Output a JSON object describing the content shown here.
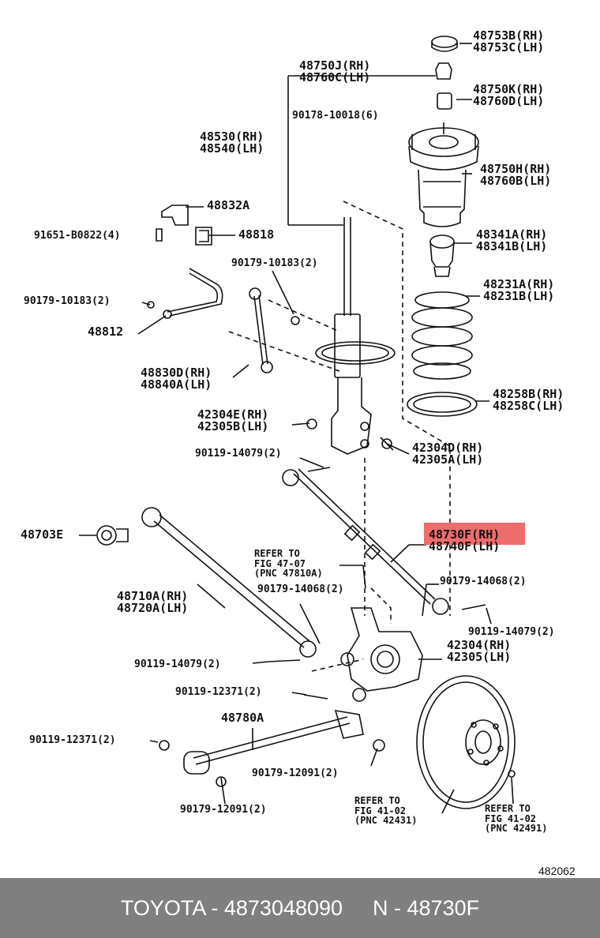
{
  "parts": [
    {
      "id": "p48753",
      "lines": [
        "48753B(RH)",
        "48753C(LH)"
      ]
    },
    {
      "id": "p48750j",
      "lines": [
        "48750J(RH)",
        "48760C(LH)"
      ]
    },
    {
      "id": "p48750k",
      "lines": [
        "48750K(RH)",
        "48760D(LH)"
      ]
    },
    {
      "id": "p90178",
      "lines": [
        "90178-10018(6)"
      ]
    },
    {
      "id": "p48530",
      "lines": [
        "48530(RH)",
        "48540(LH)"
      ]
    },
    {
      "id": "p48750h",
      "lines": [
        "48750H(RH)",
        "48760B(LH)"
      ]
    },
    {
      "id": "p48832a",
      "lines": [
        "48832A"
      ]
    },
    {
      "id": "p91651",
      "lines": [
        "91651-B0822(4)"
      ]
    },
    {
      "id": "p48818",
      "lines": [
        "48818"
      ]
    },
    {
      "id": "p48341a",
      "lines": [
        "48341A(RH)",
        "48341B(LH)"
      ]
    },
    {
      "id": "p90179a",
      "lines": [
        "90179-10183(2)"
      ]
    },
    {
      "id": "p48231a",
      "lines": [
        "48231A(RH)",
        "48231B(LH)"
      ]
    },
    {
      "id": "p90179b",
      "lines": [
        "90179-10183(2)"
      ]
    },
    {
      "id": "p48812",
      "lines": [
        "48812"
      ]
    },
    {
      "id": "p48830d",
      "lines": [
        "48830D(RH)",
        "48840A(LH)"
      ]
    },
    {
      "id": "p48258b",
      "lines": [
        "48258B(RH)",
        "48258C(LH)"
      ]
    },
    {
      "id": "p42304e",
      "lines": [
        "42304E(RH)",
        "42305B(LH)"
      ]
    },
    {
      "id": "p42304d",
      "lines": [
        "42304D(RH)",
        "42305A(LH)"
      ]
    },
    {
      "id": "p90119a",
      "lines": [
        "90119-14079(2)"
      ]
    },
    {
      "id": "p48703e",
      "lines": [
        "48703E"
      ]
    },
    {
      "id": "p48730f",
      "lines": [
        "48730F(RH)",
        "48740F(LH)"
      ]
    },
    {
      "id": "p90179c",
      "lines": [
        "90179-14068(2)"
      ]
    },
    {
      "id": "p90179d",
      "lines": [
        "90179-14068(2)"
      ]
    },
    {
      "id": "p48710a",
      "lines": [
        "48710A(RH)",
        "48720A(LH)"
      ]
    },
    {
      "id": "p90119b",
      "lines": [
        "90119-14079(2)"
      ]
    },
    {
      "id": "p42304",
      "lines": [
        "42304(RH)",
        "42305(LH)"
      ]
    },
    {
      "id": "p90119c",
      "lines": [
        "90119-14079(2)"
      ]
    },
    {
      "id": "p90119d",
      "lines": [
        "90119-12371(2)"
      ]
    },
    {
      "id": "p48780a",
      "lines": [
        "48780A"
      ]
    },
    {
      "id": "p90119e",
      "lines": [
        "90119-12371(2)"
      ]
    },
    {
      "id": "p90179e",
      "lines": [
        "90179-12091(2)"
      ]
    },
    {
      "id": "p90179f",
      "lines": [
        "90179-12091(2)"
      ]
    }
  ],
  "refs": [
    {
      "id": "ref1",
      "lines": [
        "REFER TO",
        "FIG 47-07",
        "(PNC 47810A)"
      ]
    },
    {
      "id": "ref2",
      "lines": [
        "REFER TO",
        "FIG 41-02",
        "(PNC 42431)"
      ]
    },
    {
      "id": "ref3",
      "lines": [
        "REFER TO",
        "FIG 41-02",
        "(PNC 42491)"
      ]
    }
  ],
  "diagram_code": "482062",
  "footer": {
    "brand_part": "TOYOTA - 4873048090",
    "short_part": "N - 48730F"
  },
  "colors": {
    "highlight": "#ee6c6c",
    "footer_bg": "#7f7f7f",
    "footer_text": "#ffffff",
    "ink": "#111111"
  }
}
